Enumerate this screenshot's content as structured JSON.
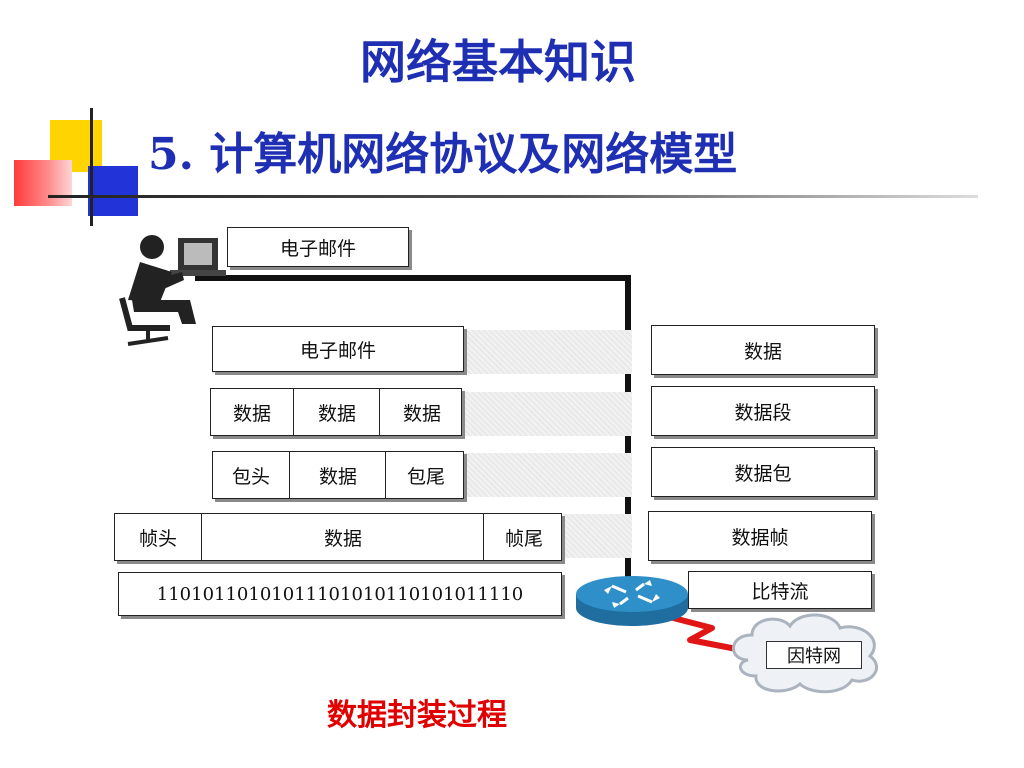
{
  "title": {
    "line1": "网络基本知识",
    "line2": "5. 计算机网络协议及网络模型"
  },
  "email_top": "电子邮件",
  "left_stack": {
    "email": "电子邮件",
    "data_row": [
      "数据",
      "数据",
      "数据"
    ],
    "packet_row": [
      "包头",
      "数据",
      "包尾"
    ],
    "frame_row": [
      "帧头",
      "数据",
      "帧尾"
    ],
    "bits": "11010110101011101010110101011110"
  },
  "right_stack": [
    "数据",
    "数据段",
    "数据包",
    "数据帧",
    "比特流"
  ],
  "cloud_label": "因特网",
  "caption": "数据封装过程",
  "colors": {
    "title": "#1f2fb3",
    "caption": "#e00000",
    "router": "#2f8fc8"
  }
}
